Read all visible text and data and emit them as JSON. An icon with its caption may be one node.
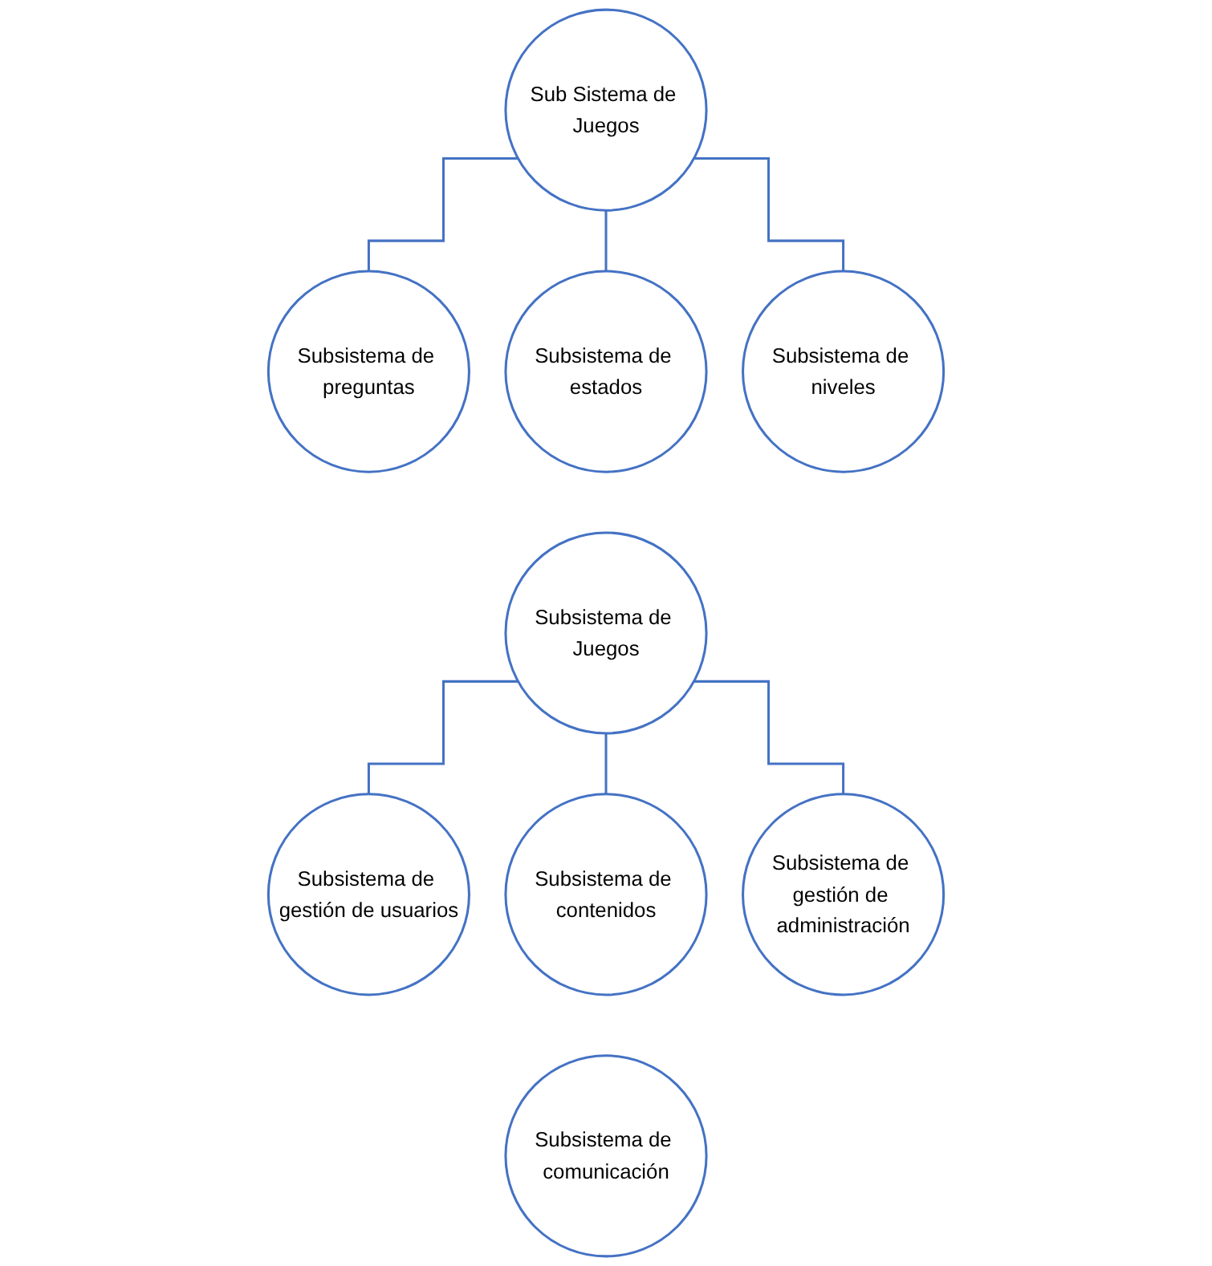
{
  "diagram": {
    "nodes": [
      {
        "text": [
          "Sub Sistema de Juegos"
        ]
      },
      {
        "text": [
          "Subsistema de preguntas"
        ]
      },
      {
        "text": [
          "Subsistema de estados"
        ]
      },
      {
        "text": [
          "Subsistema de niveles"
        ]
      },
      {
        "text": [
          "Subsistema de Juegos"
        ]
      },
      {
        "text": [
          "Subsistema de gestión de usuarios"
        ]
      },
      {
        "text": [
          "Subsistema de contenidos"
        ]
      },
      {
        "text": [
          "Subsistema de gestión de administración"
        ]
      },
      {
        "text": [
          "Subsistema de comunicación"
        ]
      }
    ],
    "edges": [
      {
        "from": 0,
        "to": 1,
        "arrow": "none"
      },
      {
        "from": 0,
        "to": 2,
        "arrow": "none"
      },
      {
        "from": 0,
        "to": 3,
        "arrow": "none"
      },
      {
        "from": 4,
        "to": 5,
        "arrow": "none"
      },
      {
        "from": 4,
        "to": 6,
        "arrow": "none"
      },
      {
        "from": 4,
        "to": 7,
        "arrow": "none"
      }
    ]
  }
}
